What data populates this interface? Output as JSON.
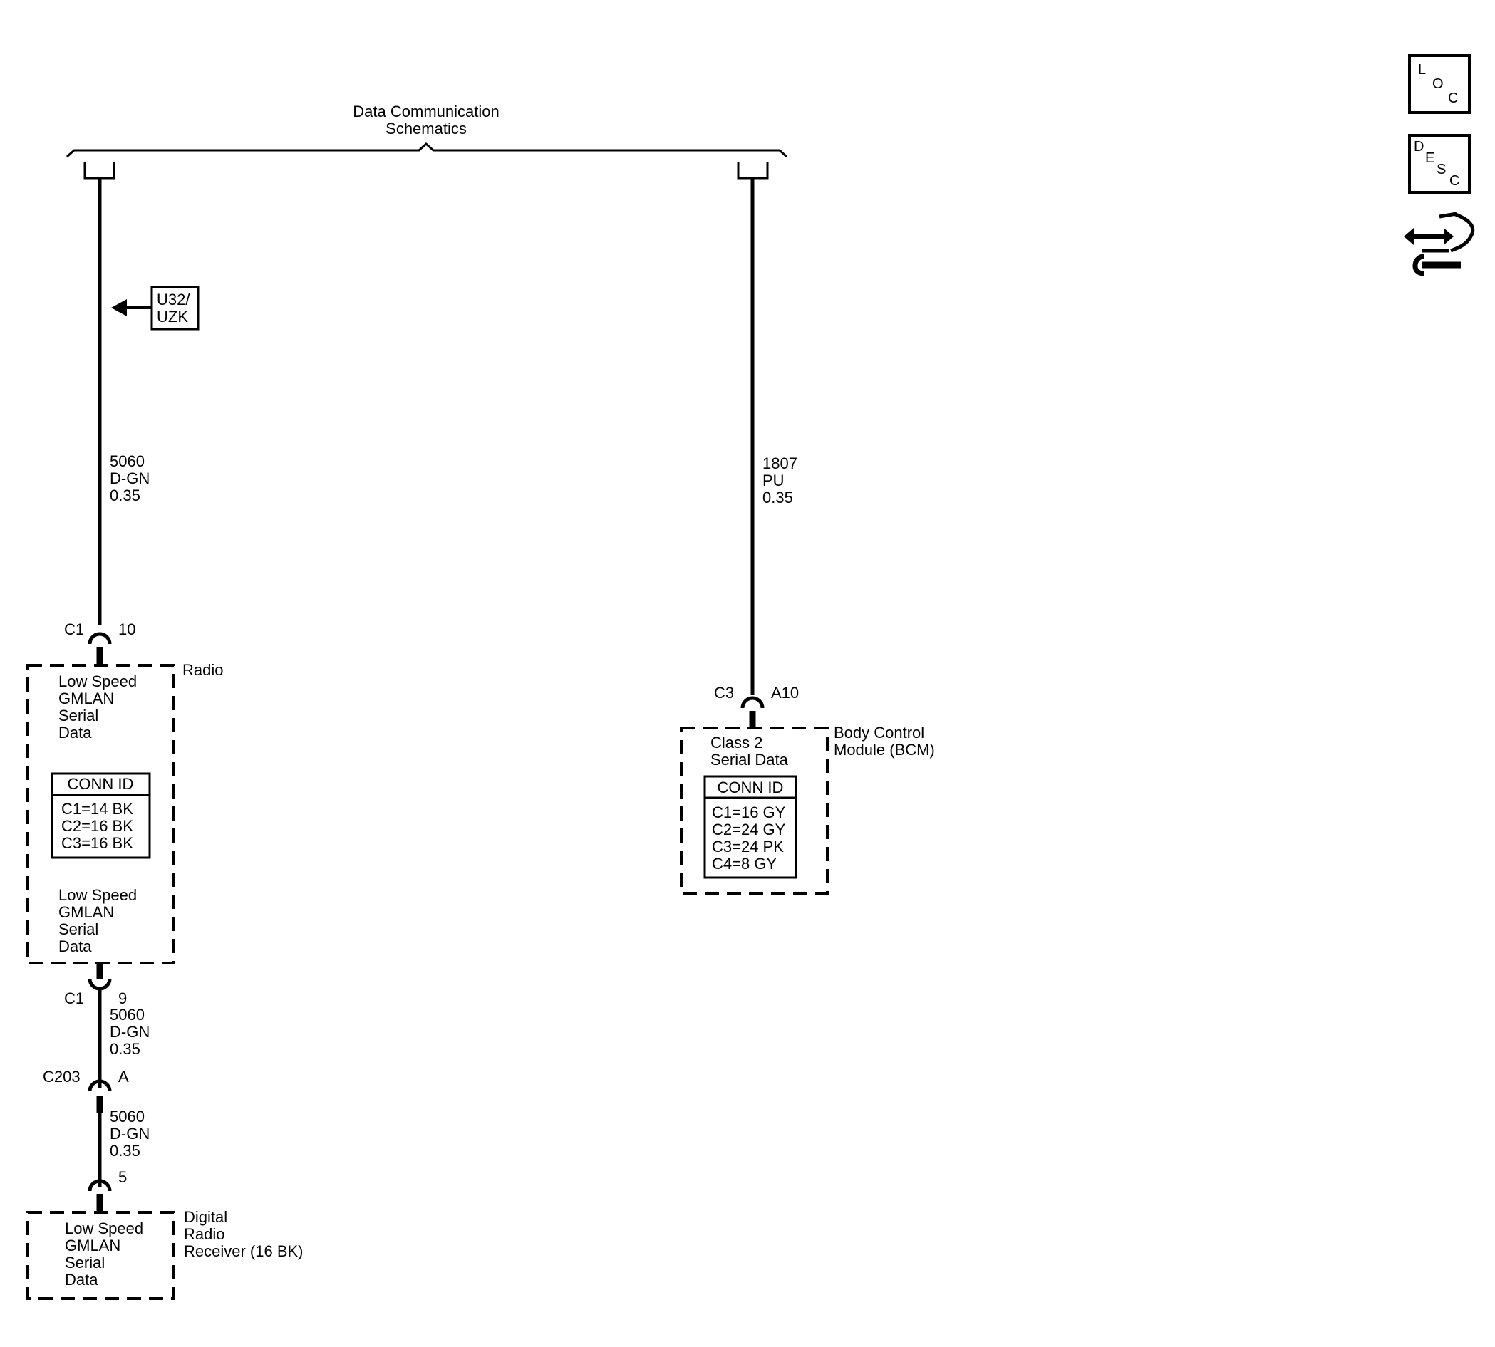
{
  "header": {
    "title_line1": "Data Communication",
    "title_line2": "Schematics"
  },
  "side_icons": {
    "loc": [
      "L",
      "O",
      "C"
    ],
    "desc": [
      "D",
      "E",
      "S",
      "C"
    ],
    "service_icon": "wrench-hand-arrows-icon"
  },
  "option_tag": {
    "line1": "U32/",
    "line2": "UZK"
  },
  "wires": {
    "left_upper": {
      "circuit": "5060",
      "color": "D-GN",
      "size": "0.35"
    },
    "right": {
      "circuit": "1807",
      "color": "PU",
      "size": "0.35"
    },
    "left_mid": {
      "circuit": "5060",
      "color": "D-GN",
      "size": "0.35"
    },
    "left_lower": {
      "circuit": "5060",
      "color": "D-GN",
      "size": "0.35"
    }
  },
  "connectors": {
    "radio_top": {
      "conn": "C1",
      "pin": "10"
    },
    "radio_bottom": {
      "conn": "C1",
      "pin": "9"
    },
    "inline": {
      "conn": "C203",
      "pin": "A"
    },
    "receiver": {
      "pin": "5"
    },
    "bcm": {
      "conn": "C3",
      "pin": "A10"
    }
  },
  "radio": {
    "name": "Radio",
    "upper_text": [
      "Low Speed",
      "GMLAN",
      "Serial",
      "Data"
    ],
    "conn_id_title": "CONN ID",
    "conn_ids": [
      "C1=14 BK",
      "C2=16 BK",
      "C3=16 BK"
    ],
    "lower_text": [
      "Low Speed",
      "GMLAN",
      "Serial",
      "Data"
    ]
  },
  "receiver": {
    "name_lines": [
      "Digital",
      "Radio",
      "Receiver (16 BK)"
    ],
    "text": [
      "Low Speed",
      "GMLAN",
      "Serial",
      "Data"
    ]
  },
  "bcm": {
    "name_lines": [
      "Body Control",
      "Module (BCM)"
    ],
    "text": [
      "Class 2",
      "Serial Data"
    ],
    "conn_id_title": "CONN ID",
    "conn_ids": [
      "C1=16 GY",
      "C2=24 GY",
      "C3=24 PK",
      "C4=8 GY"
    ]
  }
}
